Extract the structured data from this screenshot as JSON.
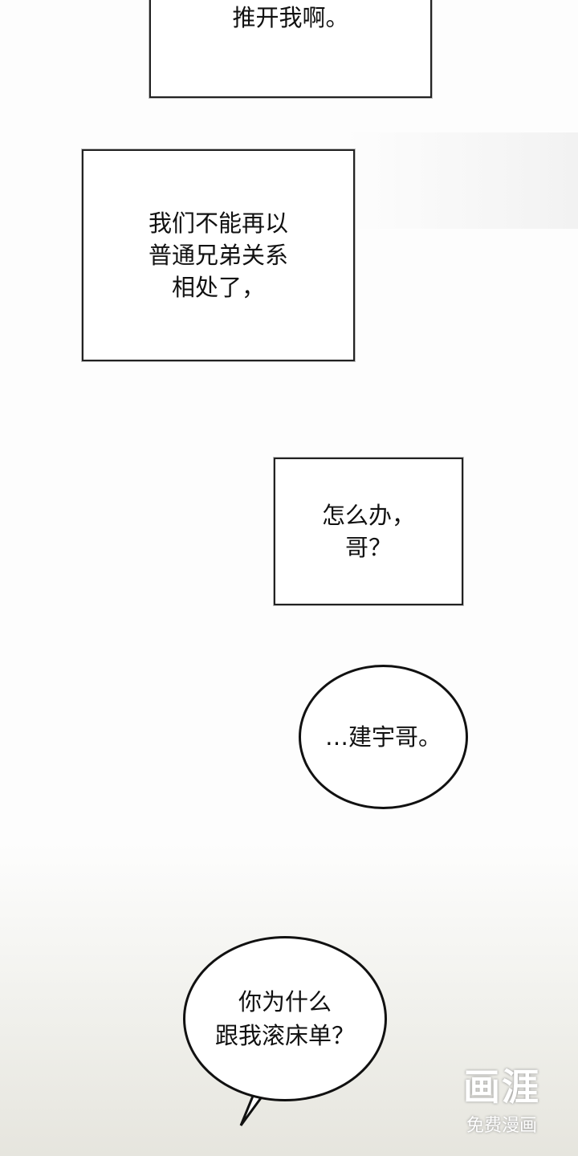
{
  "panels": [
    {
      "lines": [
        "推开我啊。"
      ]
    },
    {
      "lines": [
        "我们不能再以",
        "普通兄弟关系",
        "相处了，"
      ]
    },
    {
      "lines": [
        "怎么办，",
        "哥？"
      ]
    }
  ],
  "bubbles": [
    {
      "lines": [
        "…建宇哥。"
      ]
    },
    {
      "lines": [
        "你为什么",
        "跟我滚床单？"
      ]
    }
  ],
  "watermark": {
    "logo": "画涯",
    "sub": "免费漫画"
  }
}
